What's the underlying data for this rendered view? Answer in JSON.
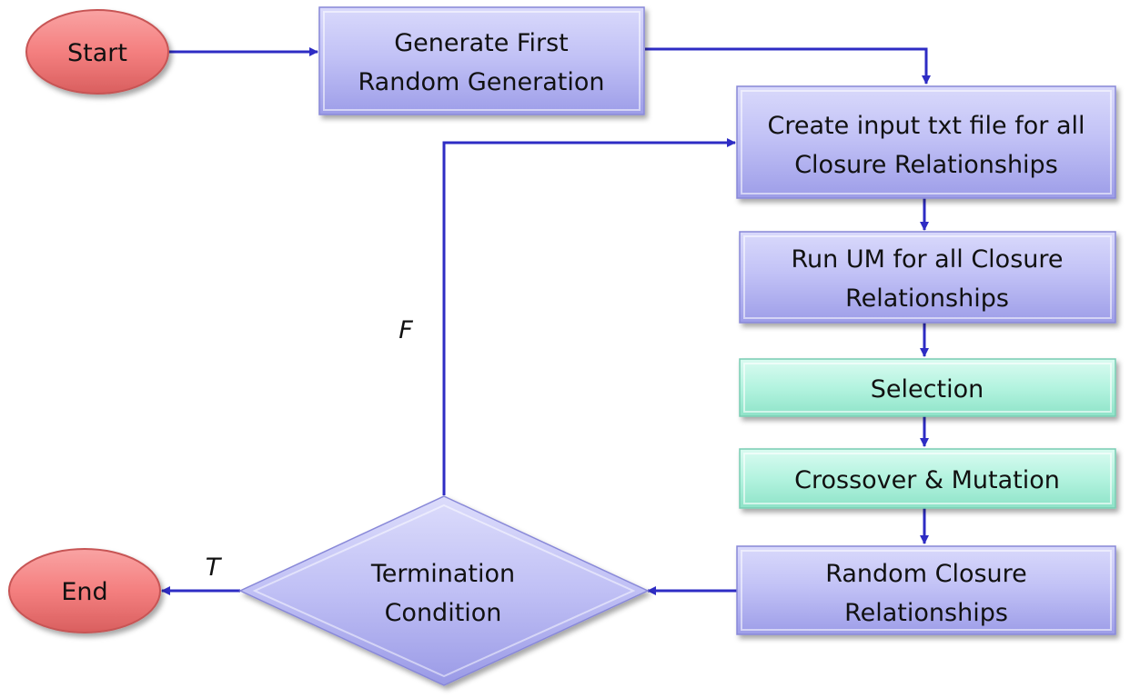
{
  "nodes": {
    "start": {
      "label": "Start"
    },
    "generate": {
      "lines": [
        "Generate First",
        "Random Generation"
      ]
    },
    "create_input": {
      "lines": [
        "Create input txt file for all",
        "Closure Relationships"
      ]
    },
    "run_um": {
      "lines": [
        "Run UM for all Closure",
        "Relationships"
      ]
    },
    "selection": {
      "label": "Selection"
    },
    "crossover": {
      "label": "Crossover & Mutation"
    },
    "random_closure": {
      "lines": [
        "Random Closure",
        "Relationships"
      ]
    },
    "termination": {
      "lines": [
        "Termination",
        "Condition"
      ]
    },
    "end": {
      "label": "End"
    }
  },
  "edge_labels": {
    "false_branch": "F",
    "true_branch": "T"
  },
  "colors": {
    "terminal_fill": "#f47f7f",
    "process_fill": "#b8b8f4",
    "process_alt_fill": "#b3f3df",
    "decision_fill": "#b8b8f4",
    "connector": "#2e2cc4"
  }
}
